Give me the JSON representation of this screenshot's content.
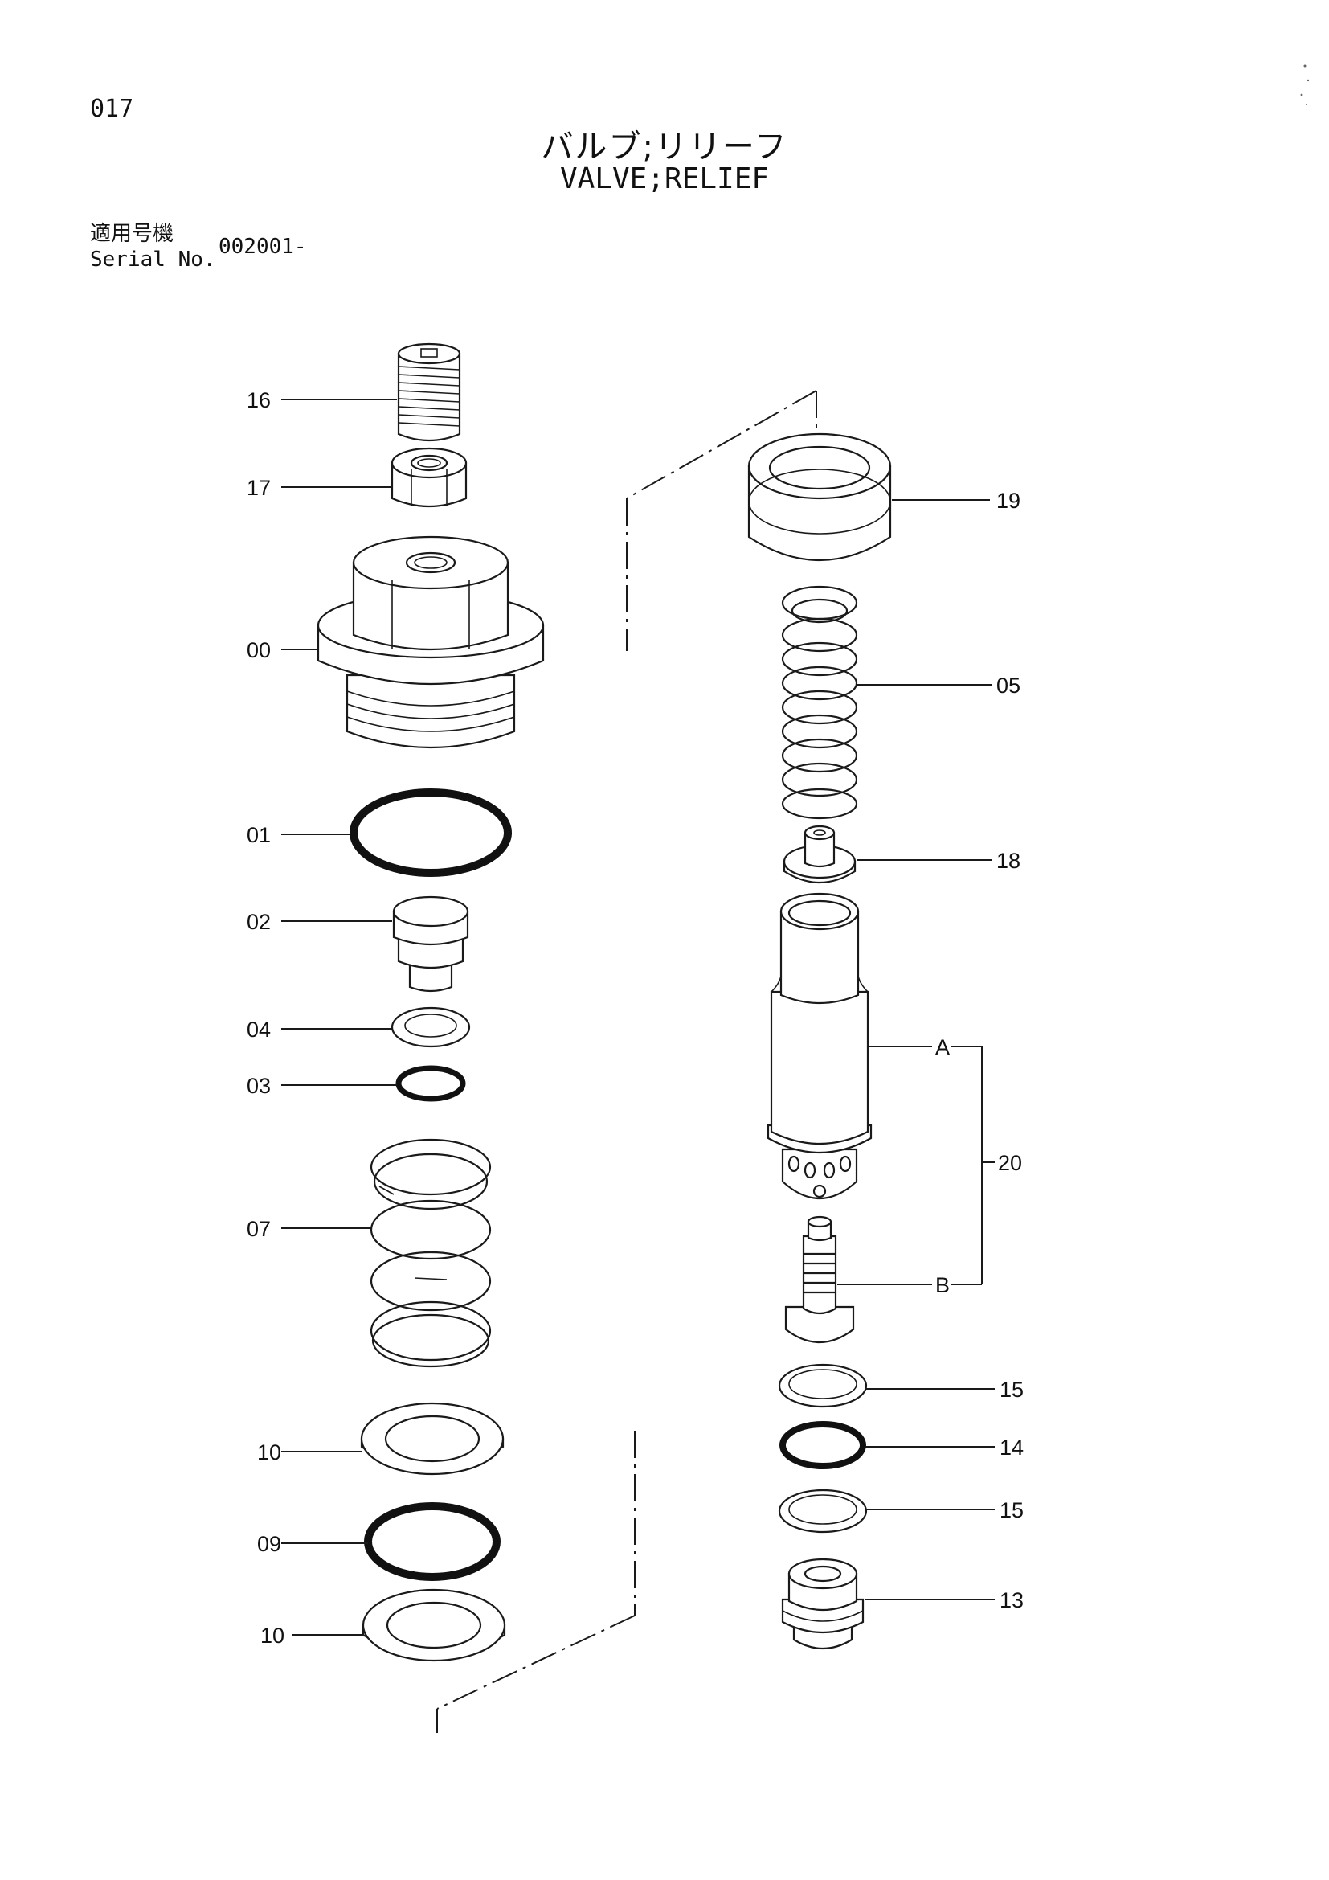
{
  "page_number": "017",
  "title_jp": "バルブ;リリーフ",
  "title_en": "VALVE;RELIEF",
  "serial_label_jp": "適用号機",
  "serial_label_en": "Serial No.",
  "serial_value": "002001-",
  "part_labels": {
    "p16": "16",
    "p17": "17",
    "p00": "00",
    "p01": "01",
    "p02": "02",
    "p04": "04",
    "p03": "03",
    "p07": "07",
    "p10a": "10",
    "p09": "09",
    "p10b": "10",
    "p19": "19",
    "p05": "05",
    "p18": "18",
    "pA": "A",
    "p20": "20",
    "pB": "B",
    "p15a": "15",
    "p14": "14",
    "p15b": "15",
    "p13": "13"
  }
}
